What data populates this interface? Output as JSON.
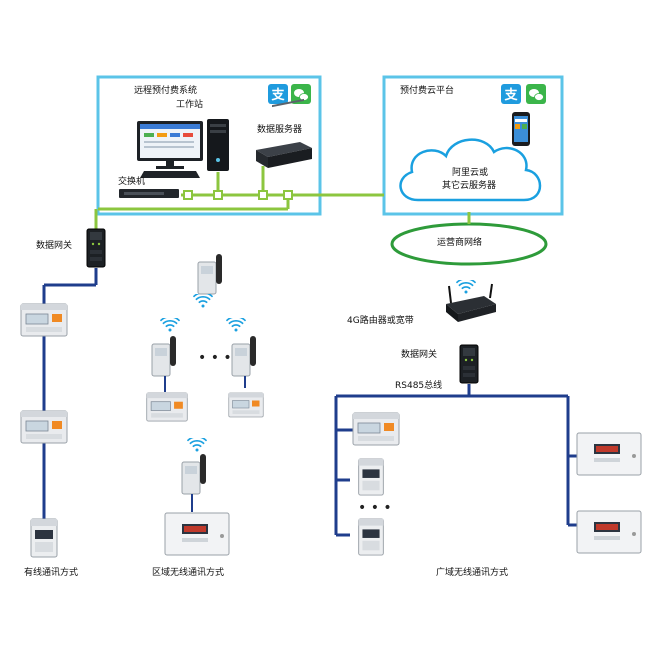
{
  "remote_system": {
    "title": "远程预付费系统",
    "workstation": "工作站",
    "data_server": "数据服务器",
    "switch": "交换机"
  },
  "cloud_platform": {
    "title": "预付费云平台",
    "cloud_line1": "阿里云或",
    "cloud_line2": "其它云服务器"
  },
  "network": {
    "operator_network": "运营商网络",
    "router": "4G路由器或宽带",
    "gateway_left": "数据网关",
    "gateway_right": "数据网关",
    "rs485": "RS485总线"
  },
  "modes": {
    "wired": "有线通讯方式",
    "regional_wireless": "区域无线通讯方式",
    "wide_area_wireless": "广域无线通讯方式"
  },
  "payment_icons": [
    "alipay-icon",
    "wechat-pay-icon"
  ],
  "colors": {
    "box_border": "#5bc4e8",
    "ethernet": "#8cc63f",
    "operator_ring": "#2e9b3a",
    "bus": "#1f3d8c",
    "wifi": "#1aa0e0",
    "alipay": "#1f9bde",
    "wechat": "#3bb54a"
  }
}
